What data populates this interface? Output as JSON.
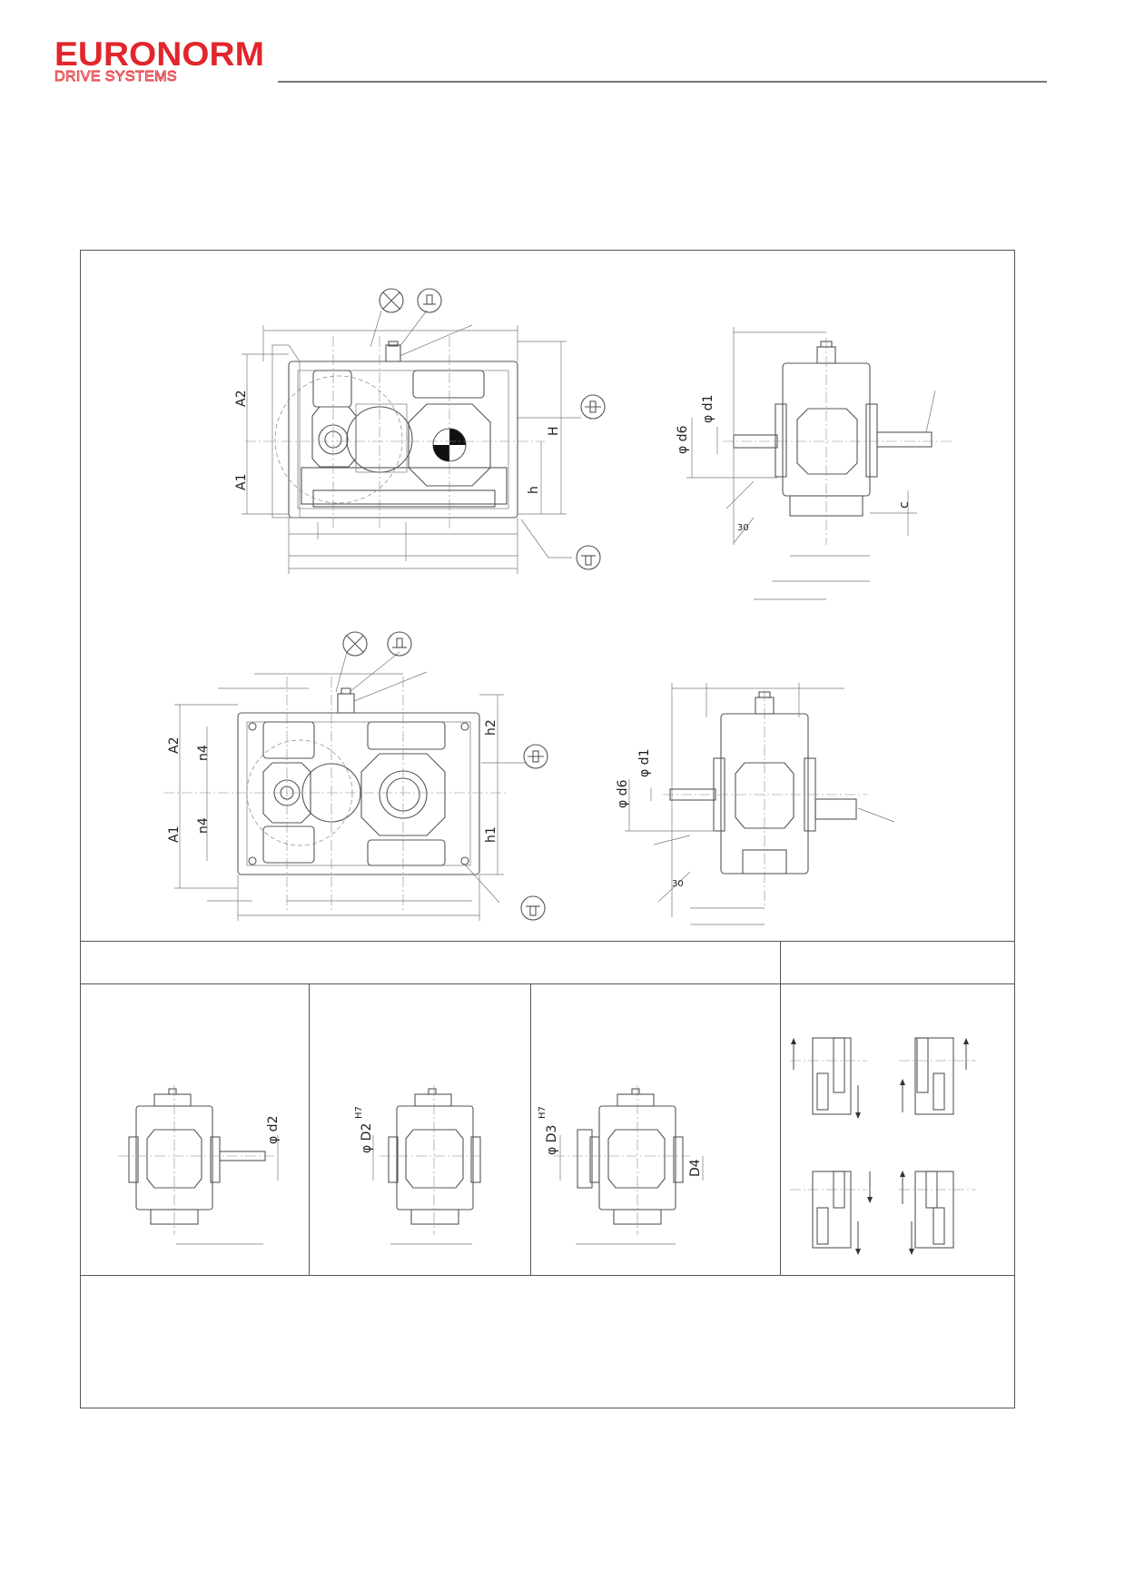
{
  "brand": {
    "name": "EURONORM",
    "tagline": "DRIVE SYSTEMS",
    "color": "#e2262b"
  },
  "drawings": {
    "top_front": {
      "labels": {
        "a2": "A2",
        "a1": "A1",
        "h_big": "H",
        "h_small": "h"
      }
    },
    "top_side": {
      "labels": {
        "d6": "φ d6",
        "d1": "φ d1",
        "c": "c",
        "angle": "30"
      }
    },
    "bottom_front": {
      "labels": {
        "a2": "A2",
        "a1": "A1",
        "n4_top": "n4",
        "n4_bottom": "n4",
        "h2": "h2",
        "h1": "h1"
      }
    },
    "bottom_side": {
      "labels": {
        "d6": "φ d6",
        "d1": "φ d1",
        "angle": "30"
      }
    }
  },
  "variants": [
    {
      "label": "φ d2"
    },
    {
      "label": "φ D2",
      "sup": "H7"
    },
    {
      "label": "φ D3",
      "sup": "H7",
      "extra": "D4"
    }
  ],
  "icons": [
    "view-symbol-icon",
    "oil-fill-icon",
    "oil-level-icon",
    "oil-drain-icon",
    "rotation-arrow-icon"
  ]
}
